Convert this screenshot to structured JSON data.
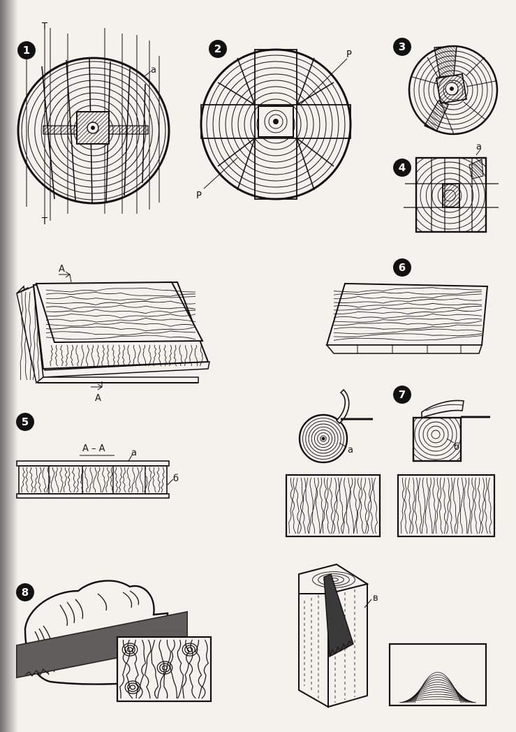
{
  "figure_numbers": [
    "1",
    "2",
    "3",
    "4",
    "5",
    "6",
    "7",
    "8"
  ],
  "labels": {
    "t_top": "Т",
    "t_bottom": "Т",
    "a_fig1": "а",
    "r_top": "Р",
    "r_bottom": "Р",
    "a_fig4": "а",
    "arrow_a_top": "А",
    "arrow_a_bottom": "А",
    "section_aa": "А – А",
    "a_fig5": "а",
    "b_fig5": "б",
    "a_fig7": "а",
    "b_fig7": "б",
    "v_fig8": "в"
  },
  "colors": {
    "ink": "#111111",
    "paper": "#f4f2ec",
    "shade": "#4a4a4a"
  }
}
